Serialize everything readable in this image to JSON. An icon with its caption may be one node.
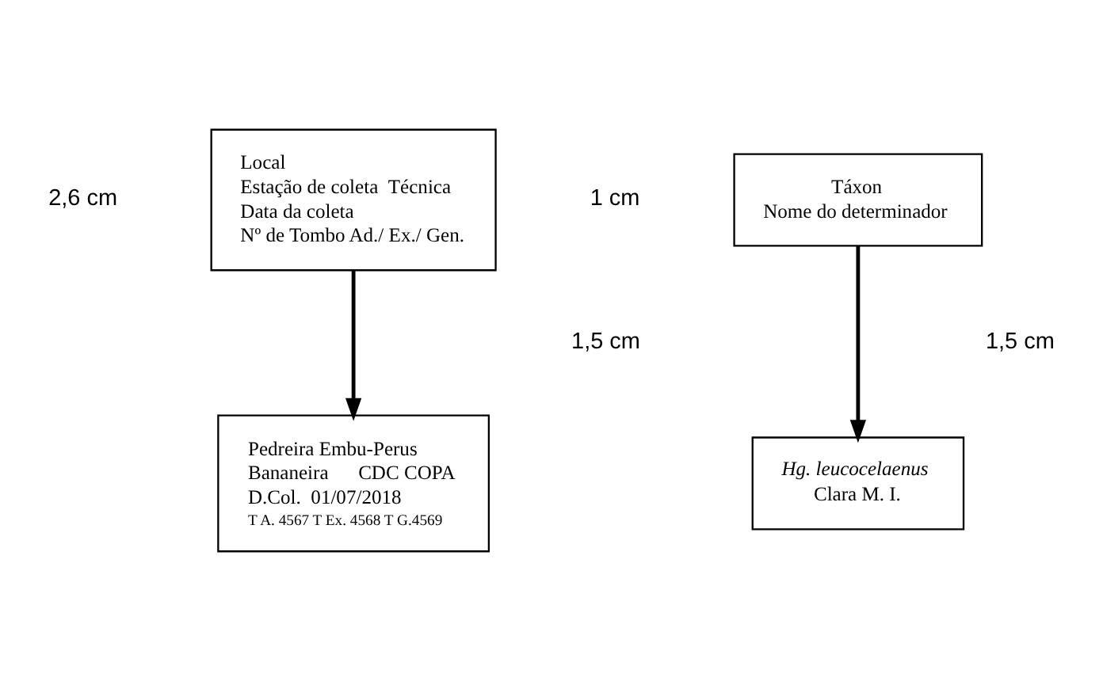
{
  "diagram": {
    "nodes": [
      {
        "text": [
          "Local",
          "Estação de coleta  Técnica",
          "Data da coleta",
          "Nº de Tombo Ad./ Ex./ Gen."
        ]
      },
      {
        "text": [
          "Táxon",
          "Nome do determinador"
        ]
      },
      {
        "text": [
          "Pedreira Embu-Perus",
          "Bananeira      CDC COPA",
          "D.Col.  01/07/2018",
          "T A. 4567 T Ex. 4568 T G.4569"
        ]
      },
      {
        "text": [
          "Hg. leucocelaenus",
          "Clara M. I."
        ]
      }
    ],
    "edges": [
      {
        "from": 0,
        "to": 2,
        "arrow": "to"
      },
      {
        "from": 1,
        "to": 3,
        "arrow": "to"
      }
    ],
    "labels": [
      "2,6 cm",
      "1 cm",
      "1,5 cm",
      "1,5 cm"
    ]
  }
}
